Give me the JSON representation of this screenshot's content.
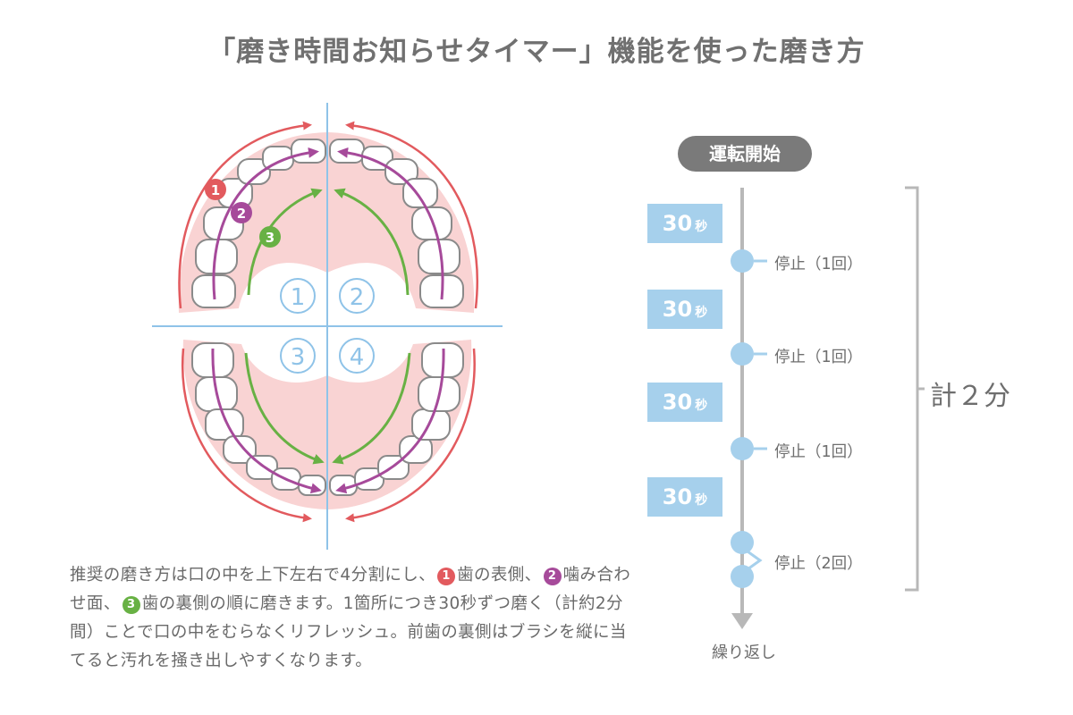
{
  "title": "「磨き時間お知らせタイマー」機能を使った磨き方",
  "diagram": {
    "step_markers": [
      "1",
      "2",
      "3"
    ],
    "quadrants": [
      "1",
      "2",
      "3",
      "4"
    ]
  },
  "description": {
    "part1": "推奨の磨き方は口の中を上下左右で4分割にし、",
    "badge1": "1",
    "part2": "歯の表側、",
    "badge2": "2",
    "part3": "噛み合わせ面、",
    "badge3": "3",
    "part4": "歯の裏側の順に磨きます。1箇所につき30秒ずつ磨く（計約2分間）ことで口の中をむらなくリフレッシュ。前歯の裏側はブラシを縦に当てると汚れを掻き出しやすくなります。"
  },
  "timeline": {
    "start_label": "運転開始",
    "intervals": [
      {
        "value": "30",
        "unit": "秒"
      },
      {
        "value": "30",
        "unit": "秒"
      },
      {
        "value": "30",
        "unit": "秒"
      },
      {
        "value": "30",
        "unit": "秒"
      }
    ],
    "stops": [
      "停止（1回）",
      "停止（1回）",
      "停止（1回）",
      "停止（2回）"
    ],
    "total": "計２分",
    "repeat": "繰り返し"
  },
  "colors": {
    "gum": "#f9d3d3",
    "red_arrow": "#e25a5e",
    "purple_arrow": "#a64a9a",
    "green_arrow": "#68b144",
    "divider_blue": "#8fc3e8",
    "timeline_blue": "#a6d0ec",
    "timeline_gray": "#b8b8b8"
  }
}
